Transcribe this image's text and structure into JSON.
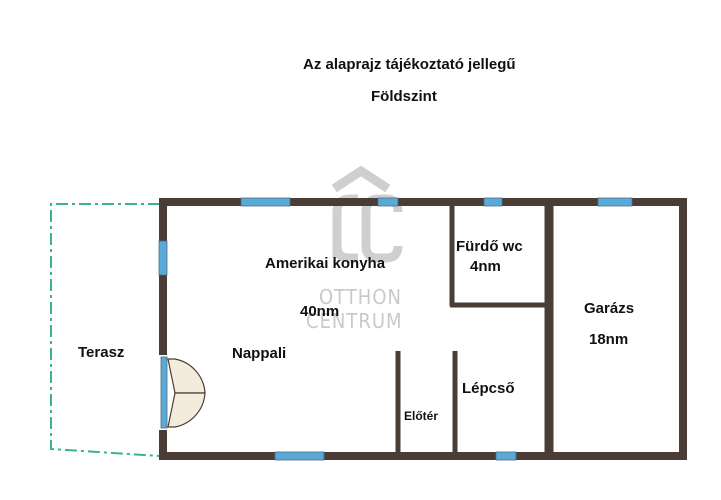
{
  "header": {
    "line1": "Az alaprajz tájékoztató jellegű",
    "line2": "Földszint"
  },
  "rooms": {
    "kitchen_name": "Amerikai konyha",
    "kitchen_area": "40nm",
    "living": "Nappali",
    "terrace": "Terasz",
    "bath_name": "Fürdő wc",
    "bath_area": "4nm",
    "garage_name": "Garázs",
    "garage_area": "18nm",
    "stairs": "Lépcső",
    "hall": "Előtér"
  },
  "watermark": {
    "logo": "ÔC",
    "line1": "OTTHON",
    "line2": "CENTRUM"
  },
  "colors": {
    "wall": "#4a3d35",
    "window": "#5aa9d6",
    "terrace_line": "#3bb38f",
    "watermark": "#c9c9c9"
  }
}
